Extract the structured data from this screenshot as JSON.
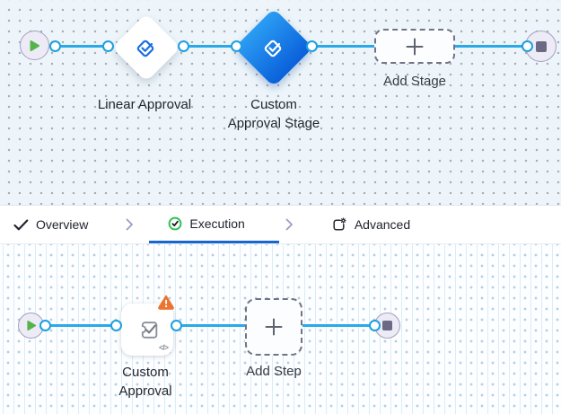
{
  "top_canvas": {
    "start": {
      "icon": "play-icon"
    },
    "stages": [
      {
        "label": "Linear Approval",
        "state": "default",
        "icon": "approval-check-icon"
      },
      {
        "label_line1": "Custom",
        "label_line2": "Approval Stage",
        "state": "selected",
        "icon": "approval-check-icon"
      }
    ],
    "add_stage": {
      "label": "Add Stage",
      "icon": "plus-icon"
    },
    "end": {
      "icon": "stop-icon"
    }
  },
  "tabs": [
    {
      "label": "Overview",
      "icon": "check-icon",
      "active": false
    },
    {
      "label": "Execution",
      "icon": "check-circle-icon",
      "active": true
    },
    {
      "label": "Advanced",
      "icon": "box-gear-icon",
      "active": false
    }
  ],
  "bottom_canvas": {
    "start": {
      "icon": "play-icon"
    },
    "step": {
      "label_line1": "Custom",
      "label_line2": "Approval",
      "icon": "puzzle-check-icon",
      "warning_icon": "warning-triangle-icon",
      "warning_glyph": "!",
      "code_glyph": "</>"
    },
    "add_step": {
      "label": "Add Step",
      "icon": "plus-icon"
    },
    "end": {
      "icon": "stop-icon"
    }
  },
  "colors": {
    "connector_blue": "#29a9e8",
    "port_ring_blue": "#1d9fe0",
    "selected_stage_gradient_start": "#2b9df3",
    "selected_stage_gradient_end": "#0a60da",
    "stage_icon_blue": "#1a6fe0",
    "active_tab_underline": "#1a66d0",
    "execution_icon_green": "#2cc153",
    "warning_orange": "#ed7430",
    "play_green": "#54b44c",
    "node_lavender": "#edebf5",
    "end_square_slate": "#6b6986",
    "canvas_top_bg": "#edf5fa",
    "canvas_bottom_bg": "#fdfeff"
  }
}
